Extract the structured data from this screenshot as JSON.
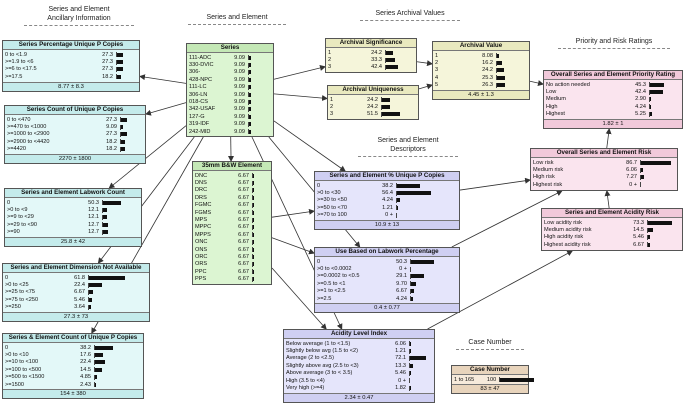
{
  "captions": {
    "ancillary": [
      "Series and Element",
      "Ancillary Information"
    ],
    "series_element": [
      "Series and Element"
    ],
    "archival": [
      "Series Archival Values"
    ],
    "priority": [
      "Priority and Risk Ratings"
    ],
    "descriptors": [
      "Series and Element",
      "Descriptors"
    ],
    "case_number": [
      "Case Number"
    ]
  },
  "colors": {
    "cyan": "#e3f8f8",
    "yellow": "#f5f5da",
    "green": "#dcf5d2",
    "lavender": "#e5e5fb",
    "pink": "#fae4ee",
    "tan": "#f6eadb",
    "edge": "#333333"
  },
  "nodes": {
    "pct_unique": {
      "title": "Series Percentage Unique P Copies",
      "states": [
        [
          "0 to <1.9",
          "27.3"
        ],
        [
          ">=1.9 to <6",
          "27.3"
        ],
        [
          ">=6 to <17.5",
          "27.3"
        ],
        [
          ">=17.5",
          "18.2"
        ]
      ],
      "footer": "8.77 ± 8.3"
    },
    "count_unique": {
      "title": "Series Count of Unique P Copies",
      "states": [
        [
          "0 to <470",
          "27.3"
        ],
        [
          ">=470 to <1000",
          "9.09"
        ],
        [
          ">=1000 to <2900",
          "27.3"
        ],
        [
          ">=2900 to <4420",
          "18.2"
        ],
        [
          ">=4420",
          "18.2"
        ]
      ],
      "footer": "2270 ± 1800"
    },
    "labwork_count": {
      "title": "Series and Element Labwork Count",
      "states": [
        [
          "0",
          "50.3"
        ],
        [
          ">0 to <9",
          "12.1"
        ],
        [
          ">=9 to <29",
          "12.1"
        ],
        [
          ">=29 to <90",
          "12.7"
        ],
        [
          ">=90",
          "12.7"
        ]
      ],
      "footer": "25.8 ± 42"
    },
    "dimension": {
      "title": "Series and Element Dimension Not Available",
      "states": [
        [
          "0",
          "61.8"
        ],
        [
          ">0 to <25",
          "22.4"
        ],
        [
          ">=25 to <75",
          "6.67"
        ],
        [
          ">=75 to <250",
          "5.46"
        ],
        [
          ">=250",
          "3.64"
        ]
      ],
      "footer": "27.3 ± 73"
    },
    "count_copies": {
      "title": "Series & Element Count of Unique P Copies",
      "states": [
        [
          "0",
          "38.2"
        ],
        [
          ">0 to <10",
          "17.6"
        ],
        [
          ">=10 to <100",
          "22.4"
        ],
        [
          ">=100 to <500",
          "14.5"
        ],
        [
          ">=500 to <1500",
          "4.85"
        ],
        [
          ">=1500",
          "2.43"
        ]
      ],
      "footer": "154 ± 380"
    },
    "series": {
      "title": "Series",
      "states": [
        [
          "111-ADC",
          "9.09"
        ],
        [
          "330-DVIC",
          "9.09"
        ],
        [
          "306-",
          "9.09"
        ],
        [
          "428-NPC",
          "9.09"
        ],
        [
          "111-LC",
          "9.09"
        ],
        [
          "306-LN",
          "9.09"
        ],
        [
          "018-CS",
          "9.09"
        ],
        [
          "342-USAF",
          "9.09"
        ],
        [
          "127-G",
          "9.09"
        ],
        [
          "319-IDF",
          "9.09"
        ],
        [
          "242-MID",
          "9.09"
        ]
      ]
    },
    "element": {
      "title": "35mm B&W Element",
      "states": [
        [
          "DNC",
          "6.67"
        ],
        [
          "DNS",
          "6.67"
        ],
        [
          "DRC",
          "6.67"
        ],
        [
          "DRS",
          "6.67"
        ],
        [
          "FGMC",
          "6.67"
        ],
        [
          "FGMS",
          "6.67"
        ],
        [
          "MPS",
          "6.67"
        ],
        [
          "MPPC",
          "6.67"
        ],
        [
          "MPPS",
          "6.67"
        ],
        [
          "ONC",
          "6.67"
        ],
        [
          "ONS",
          "6.67"
        ],
        [
          "ORC",
          "6.67"
        ],
        [
          "ORS",
          "6.67"
        ],
        [
          "PPC",
          "6.67"
        ],
        [
          "PPS",
          "6.67"
        ]
      ]
    },
    "arch_sig": {
      "title": "Archival Significance",
      "states": [
        [
          "1",
          "24.2"
        ],
        [
          "2",
          "33.3"
        ],
        [
          "3",
          "42.4"
        ]
      ]
    },
    "arch_uniq": {
      "title": "Archival Uniqueness",
      "states": [
        [
          "1",
          "24.2"
        ],
        [
          "2",
          "24.2"
        ],
        [
          "3",
          "51.5"
        ]
      ]
    },
    "arch_value": {
      "title": "Archival Value",
      "states": [
        [
          "1",
          "8.08"
        ],
        [
          "2",
          "16.2"
        ],
        [
          "3",
          "24.2"
        ],
        [
          "4",
          "25.3"
        ],
        [
          "5",
          "26.3"
        ]
      ],
      "footer": "4.45 ± 1.3"
    },
    "priority": {
      "title": "Overall Series and Element Priority Rating",
      "states": [
        [
          "No action needed",
          "45.3"
        ],
        [
          "Low",
          "42.4"
        ],
        [
          "Medium",
          "2.90"
        ],
        [
          "High",
          "4.24"
        ],
        [
          "Highest",
          "5.25"
        ]
      ],
      "footer": "1.82 ± 1"
    },
    "overall_risk": {
      "title": "Overall Series and Element Risk",
      "states": [
        [
          "Low risk",
          "86.7"
        ],
        [
          "Medium risk",
          "6.06"
        ],
        [
          "High risk",
          "7.27"
        ],
        [
          "Highest risk",
          "0 +"
        ]
      ]
    },
    "acidity_risk": {
      "title": "Series and Element Acidity Risk",
      "states": [
        [
          "Low acidity risk",
          "73.3"
        ],
        [
          "Medium acidity risk",
          "14.5"
        ],
        [
          "High acidity risk",
          "5.46"
        ],
        [
          "Highest acidity risk",
          "6.67"
        ]
      ]
    },
    "pct_unique_element": {
      "title": "Series and Element % Unique P Copies",
      "states": [
        [
          "0",
          "38.2"
        ],
        [
          ">0 to <30",
          "56.4"
        ],
        [
          ">=30 to <50",
          "4.24"
        ],
        [
          ">=50 to <70",
          "1.21"
        ],
        [
          ">=70 to 100",
          "0 +"
        ]
      ],
      "footer": "10.9 ± 13"
    },
    "use_labwork": {
      "title": "Use Based on Labwork Percentage",
      "states": [
        [
          "0",
          "50.3"
        ],
        [
          ">0 to <0.0002",
          "0 +"
        ],
        [
          ">=0.0002 to <0.5",
          "29.1"
        ],
        [
          ">=0.5 to <1",
          "9.70"
        ],
        [
          ">=1 to <2.5",
          "6.67"
        ],
        [
          ">=2.5",
          "4.24"
        ]
      ],
      "footer": "0.4 ± 0.77"
    },
    "acidity_level": {
      "title": "Acidity Level Index",
      "states": [
        [
          "Below average  (1 to <1.5)",
          "6.06"
        ],
        [
          "Slightly below avg  (1.5 to <2)",
          "1.21"
        ],
        [
          "Average  (2 to <2.5)",
          "72.1"
        ],
        [
          "Slightly above avg  (2.5 to <3)",
          "13.3"
        ],
        [
          "Above average  (3 to < 3.5)",
          "5.46"
        ],
        [
          "High  (3.5 to <4)",
          "0 +"
        ],
        [
          "Very high  (>=4)",
          "1.82"
        ]
      ],
      "footer": "2.34 ± 0.47"
    },
    "case_number": {
      "title": "Case Number",
      "states": [
        [
          "1 to 165",
          "100"
        ]
      ],
      "footer": "83 ± 47"
    }
  }
}
